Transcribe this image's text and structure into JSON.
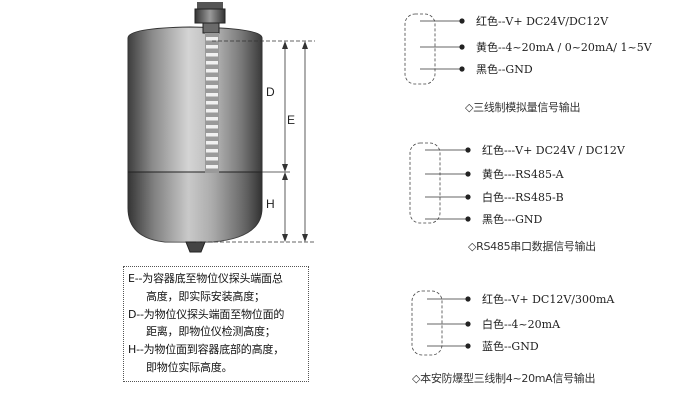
{
  "diagram": {
    "dimension_labels": {
      "d": "D",
      "e": "E",
      "h": "H"
    }
  },
  "legend": {
    "lines": [
      "E--为容器底至物位仪探头端面总",
      "高度，即实际安装高度；",
      "D--为物位仪探头端面至物位面的",
      "距离，即物位仪检测高度；",
      "H--为物位面到容器底部的高度，",
      "即物位实际高度。"
    ]
  },
  "wiring_groups": [
    {
      "wires": [
        "红色--V+ DC24V/DC12V",
        "黄色--4~20mA / 0~20mA/ 1~5V",
        "黑色--GND"
      ],
      "caption": "◇三线制模拟量信号输出"
    },
    {
      "wires": [
        "红色---V+ DC24V / DC12V",
        "黄色---RS485-A",
        "白色---RS485-B",
        "黑色---GND"
      ],
      "caption": "◇RS485串口数据信号输出"
    },
    {
      "wires": [
        "红色--V+ DC12V/300mA",
        "白色--4~20mA",
        "蓝色--GND"
      ],
      "caption": "◇本安防爆型三线制4~20mA信号输出"
    }
  ],
  "colors": {
    "tank_dark": "#4a4a4a",
    "tank_light": "#d8d8d8",
    "probe_stripe": "#f0f0f0"
  }
}
